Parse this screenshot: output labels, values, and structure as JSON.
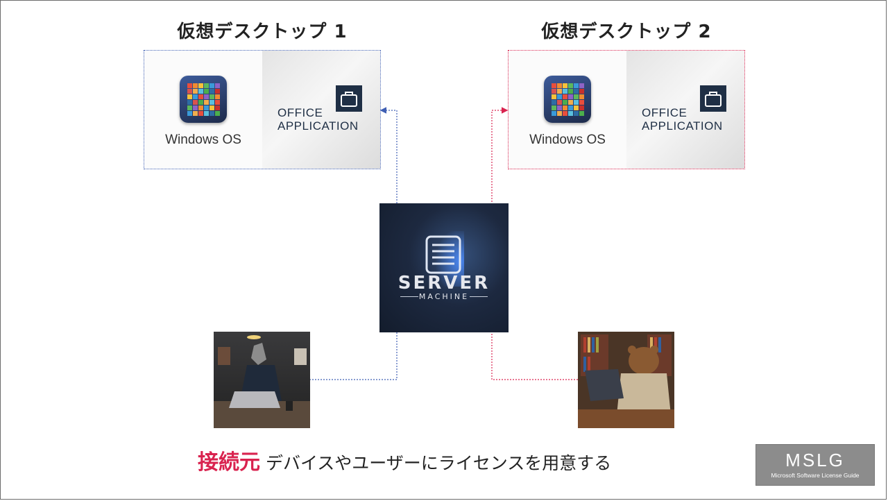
{
  "desktops": [
    {
      "title": "仮想デスクトップ 1",
      "os_label": "Windows OS",
      "app_line1": "OFFICE",
      "app_line2": "APPLICATION",
      "border_color": "#3f5fb3",
      "os_icon": "tile-grid-icon",
      "app_icon": "briefcase-icon"
    },
    {
      "title": "仮想デスクトップ 2",
      "os_label": "Windows OS",
      "app_line1": "OFFICE",
      "app_line2": "APPLICATION",
      "border_color": "#d9234f",
      "os_icon": "tile-grid-icon",
      "app_icon": "briefcase-icon"
    }
  ],
  "server": {
    "word1": "SERVER",
    "word2": "MACHINE",
    "icon": "server-rack-icon"
  },
  "clients": [
    {
      "image": "wolf-in-suit-at-laptop",
      "link_color": "#3f5fb3"
    },
    {
      "image": "bear-at-laptop-in-library",
      "link_color": "#d9234f"
    }
  ],
  "caption": {
    "accent": "接続元",
    "rest": "デバイスやユーザーにライセンスを用意する",
    "accent_color": "#d9234f"
  },
  "logo": {
    "title": "MSLG",
    "subtitle": "Microsoft Software License Guide"
  }
}
